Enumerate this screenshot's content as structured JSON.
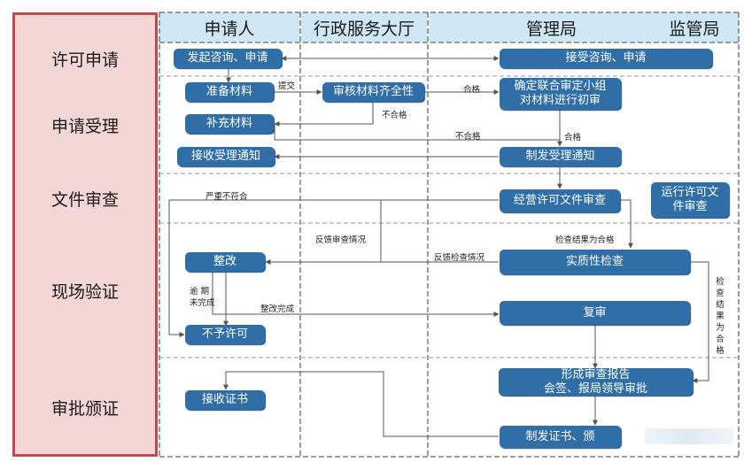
{
  "headers": {
    "applicant": "申请人",
    "service_hall": "行政服务大厅",
    "management": "管理局",
    "supervision": "监管局"
  },
  "phases": [
    "许可申请",
    "申请受理",
    "文件审查",
    "现场验证",
    "审批颁证"
  ],
  "nodes": {
    "initiate": "发起咨询、申请",
    "accept_consult": "接受咨询、申请",
    "prepare": "准备材料",
    "review_complete": "审核材料齐全性",
    "form_group": "确定联合审定小组\n对材料进行初审",
    "supplement": "补充材料",
    "receive_notice": "接收受理通知",
    "issue_notice": "制发受理通知",
    "doc_review": "经营许可文件审查",
    "ops_doc": "运行许可文\n件审查",
    "rectify": "整改",
    "substantive": "实质性检查",
    "recheck": "复审",
    "deny": "不予许可",
    "report": "形成审查报告\n会签、报局领导审批",
    "receive_cert": "接收证书",
    "issue_cert": "制发证书、颁"
  },
  "labels": {
    "submit": "提交",
    "pass1": "合格",
    "fail1": "不合格",
    "fail2": "不合格",
    "pass2": "合格",
    "serious": "严重不符合",
    "feedback_review": "反馈审查情况",
    "result_pass": "检查结果为合格",
    "feedback_check": "反馈检查情况",
    "overdue": "逾 期\n未完成",
    "rect_done": "整改完成",
    "side_pass": "检查结果为合格"
  }
}
